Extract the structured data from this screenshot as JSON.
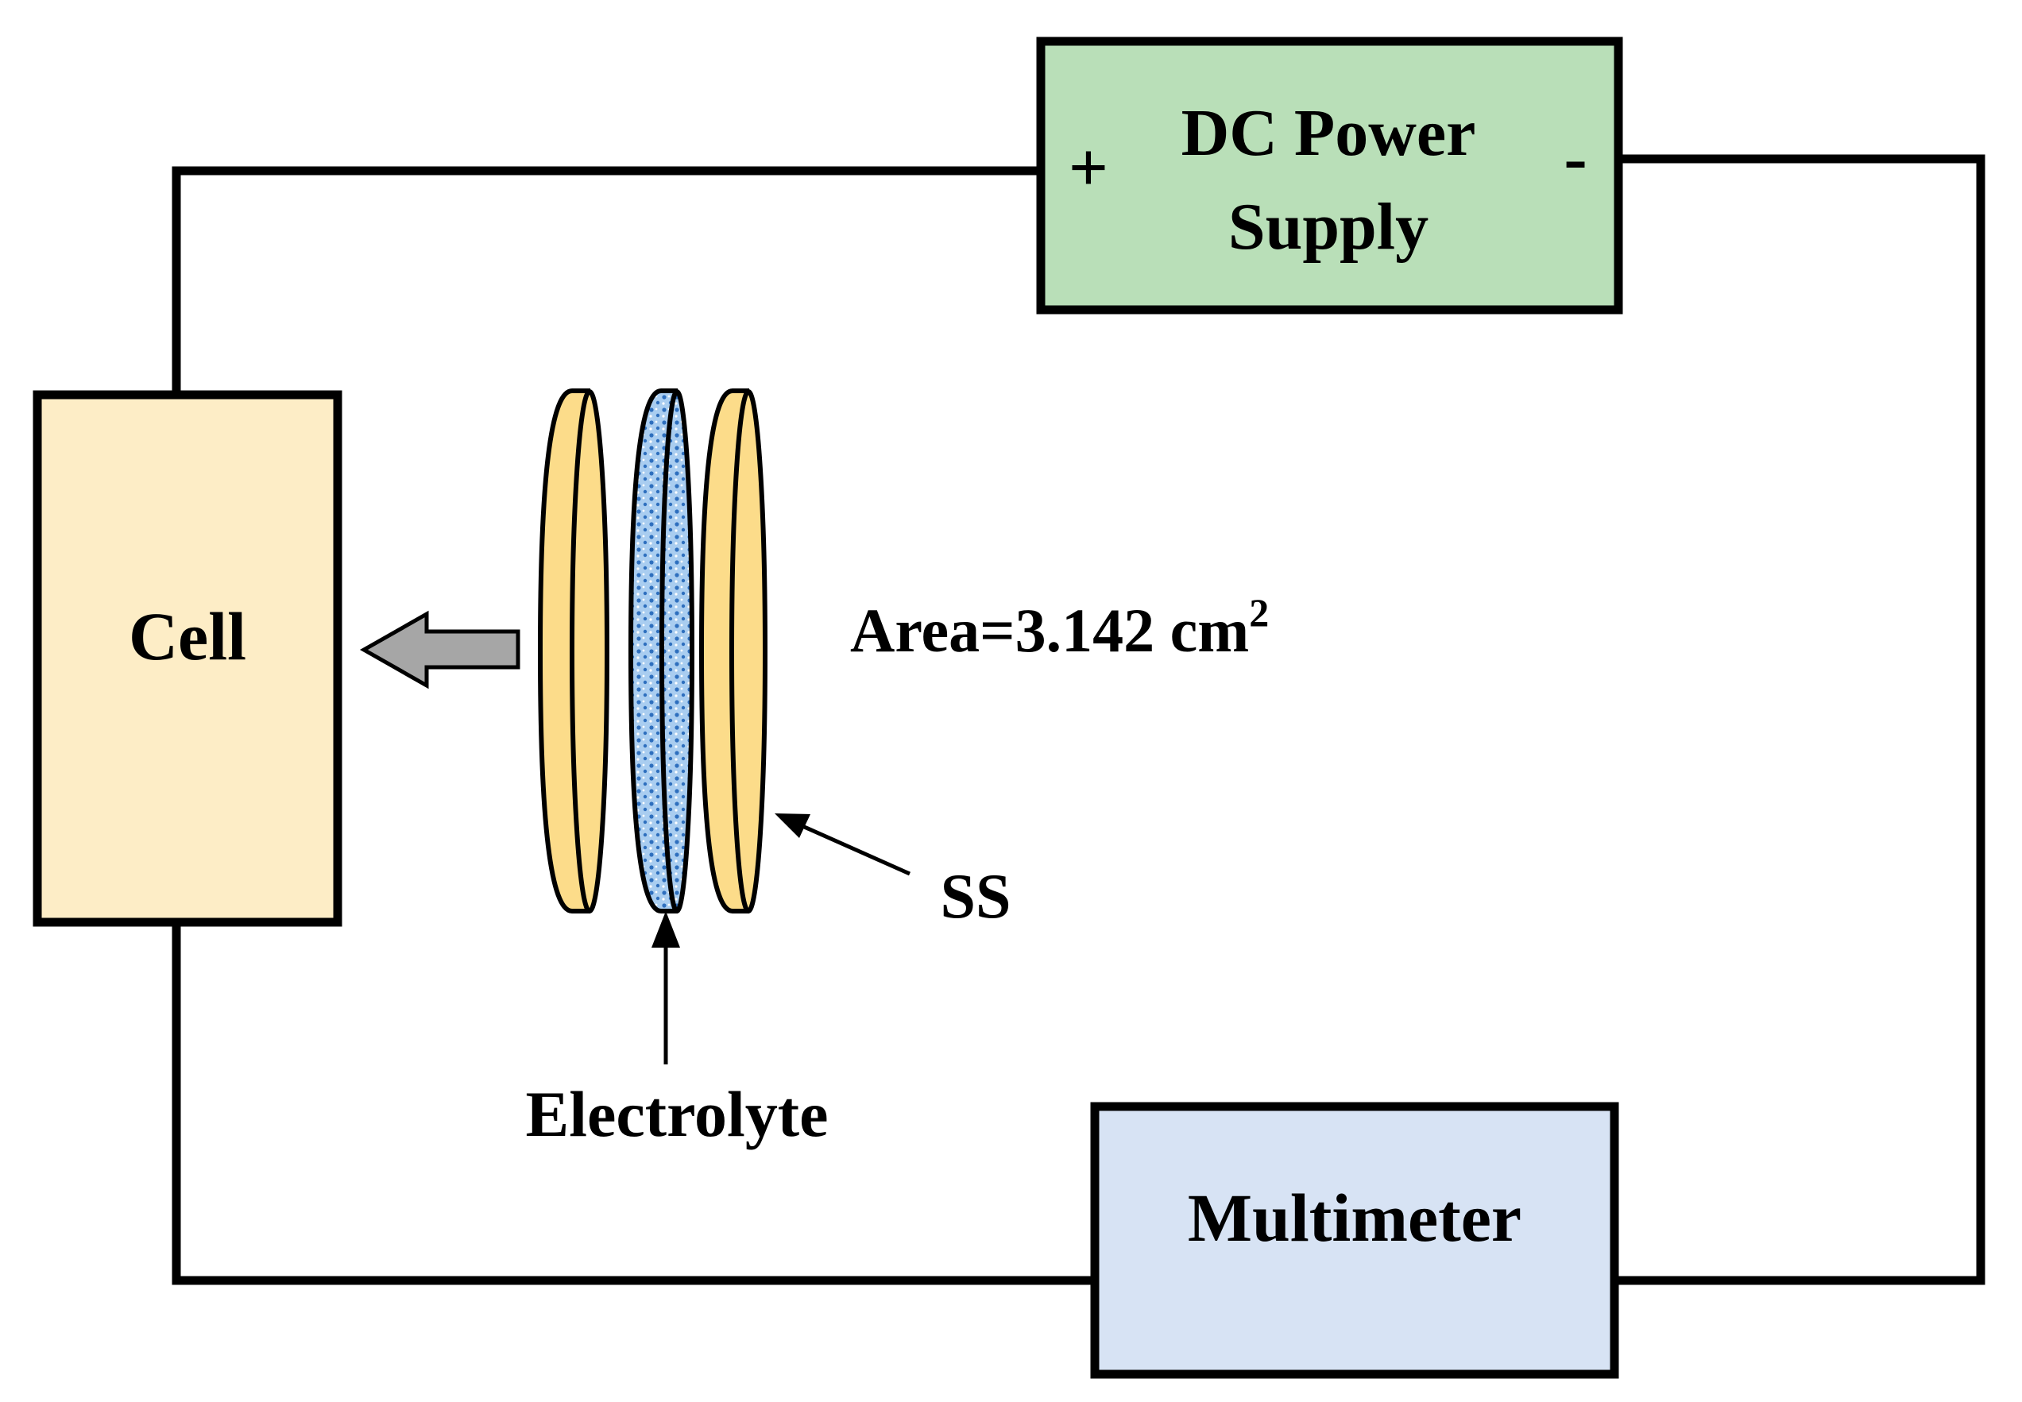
{
  "power_supply": {
    "line1": "DC Power",
    "line2": "Supply",
    "plus": "+",
    "minus": "-"
  },
  "cell": {
    "label": "Cell"
  },
  "multimeter": {
    "label": "Multimeter"
  },
  "sample": {
    "area_text": "Area=3.142 cm",
    "area_superscript": "2",
    "ss_label": "SS",
    "electrolyte_label": "Electrolyte"
  },
  "colors": {
    "power_supply_fill": "#b9dfb8",
    "cell_fill": "#fdedc6",
    "multimeter_fill": "#d7e3f4",
    "electrode_fill": "#fcdc8a",
    "electrolyte_fill": "#a9cdf0",
    "electrolyte_dots": "#2e6fbe",
    "arrow_fill": "#a6a6a6",
    "line": "#000000"
  }
}
